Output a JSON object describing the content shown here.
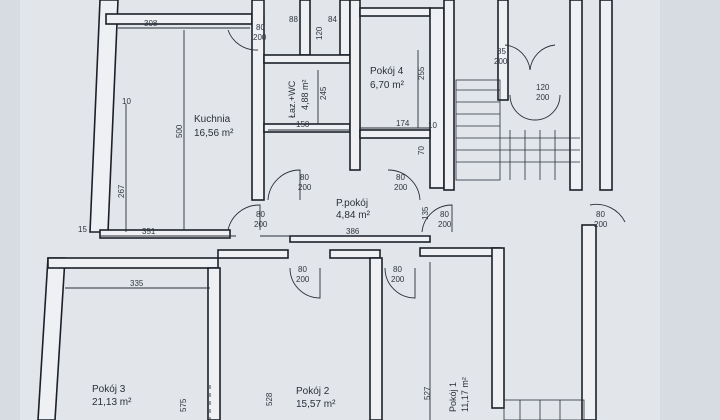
{
  "rooms": {
    "kuchnia": {
      "name": "Kuchnia",
      "area": "16,56 m²"
    },
    "pokoj4": {
      "name": "Pokój 4",
      "area": "6,70 m²"
    },
    "lazienka": {
      "name": "Łaz.+WC",
      "area": "4,88 m²"
    },
    "przedpokoj": {
      "name": "P.pokój",
      "area": "4,84 m²"
    },
    "pokoj3": {
      "name": "Pokój 3",
      "area": "21,13 m²"
    },
    "pokoj2": {
      "name": "Pokój 2",
      "area": "15,57 m²"
    },
    "pokoj1": {
      "name": "Pokój 1",
      "area": "11,17 m²"
    }
  },
  "dims": {
    "d308": "308",
    "d88": "88",
    "d84": "84",
    "d80a": "80",
    "d200a": "200",
    "d120a": "120",
    "d245": "245",
    "d150": "150",
    "d174": "174",
    "d10a": "10",
    "d70": "70",
    "d255": "255",
    "d500": "500",
    "d10b": "10",
    "d267": "267",
    "d15": "15",
    "d351": "351",
    "d386": "386",
    "d135": "135",
    "d335": "335",
    "d575": "575",
    "d528": "528",
    "d527": "527",
    "door_80": "80",
    "door_200": "200",
    "d85": "85",
    "d200b": "200",
    "d120b": "120",
    "d200c": "200"
  }
}
